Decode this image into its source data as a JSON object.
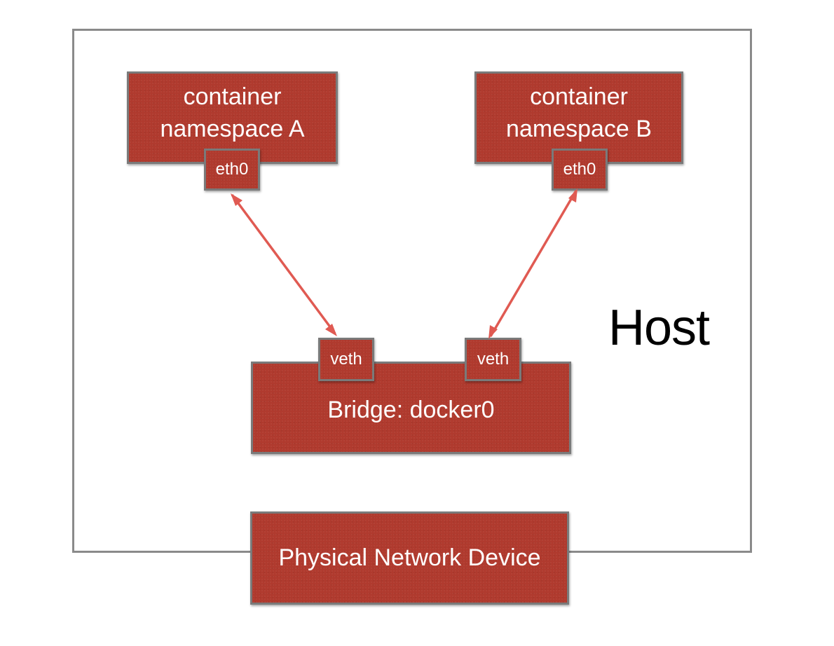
{
  "host": {
    "label": "Host"
  },
  "namespaces": [
    {
      "label": "container\nnamespace A",
      "interface": "eth0"
    },
    {
      "label": "container\nnamespace B",
      "interface": "eth0"
    }
  ],
  "bridge": {
    "label": "Bridge: docker0",
    "ports": [
      "veth",
      "veth"
    ]
  },
  "physical_device": {
    "label": "Physical Network Device"
  },
  "colors": {
    "box_fill": "#b03a2e",
    "box_border": "#7a7a7a",
    "host_border": "#8a8a8a",
    "link": "#e05a52",
    "text_on_box": "#ffffff"
  }
}
